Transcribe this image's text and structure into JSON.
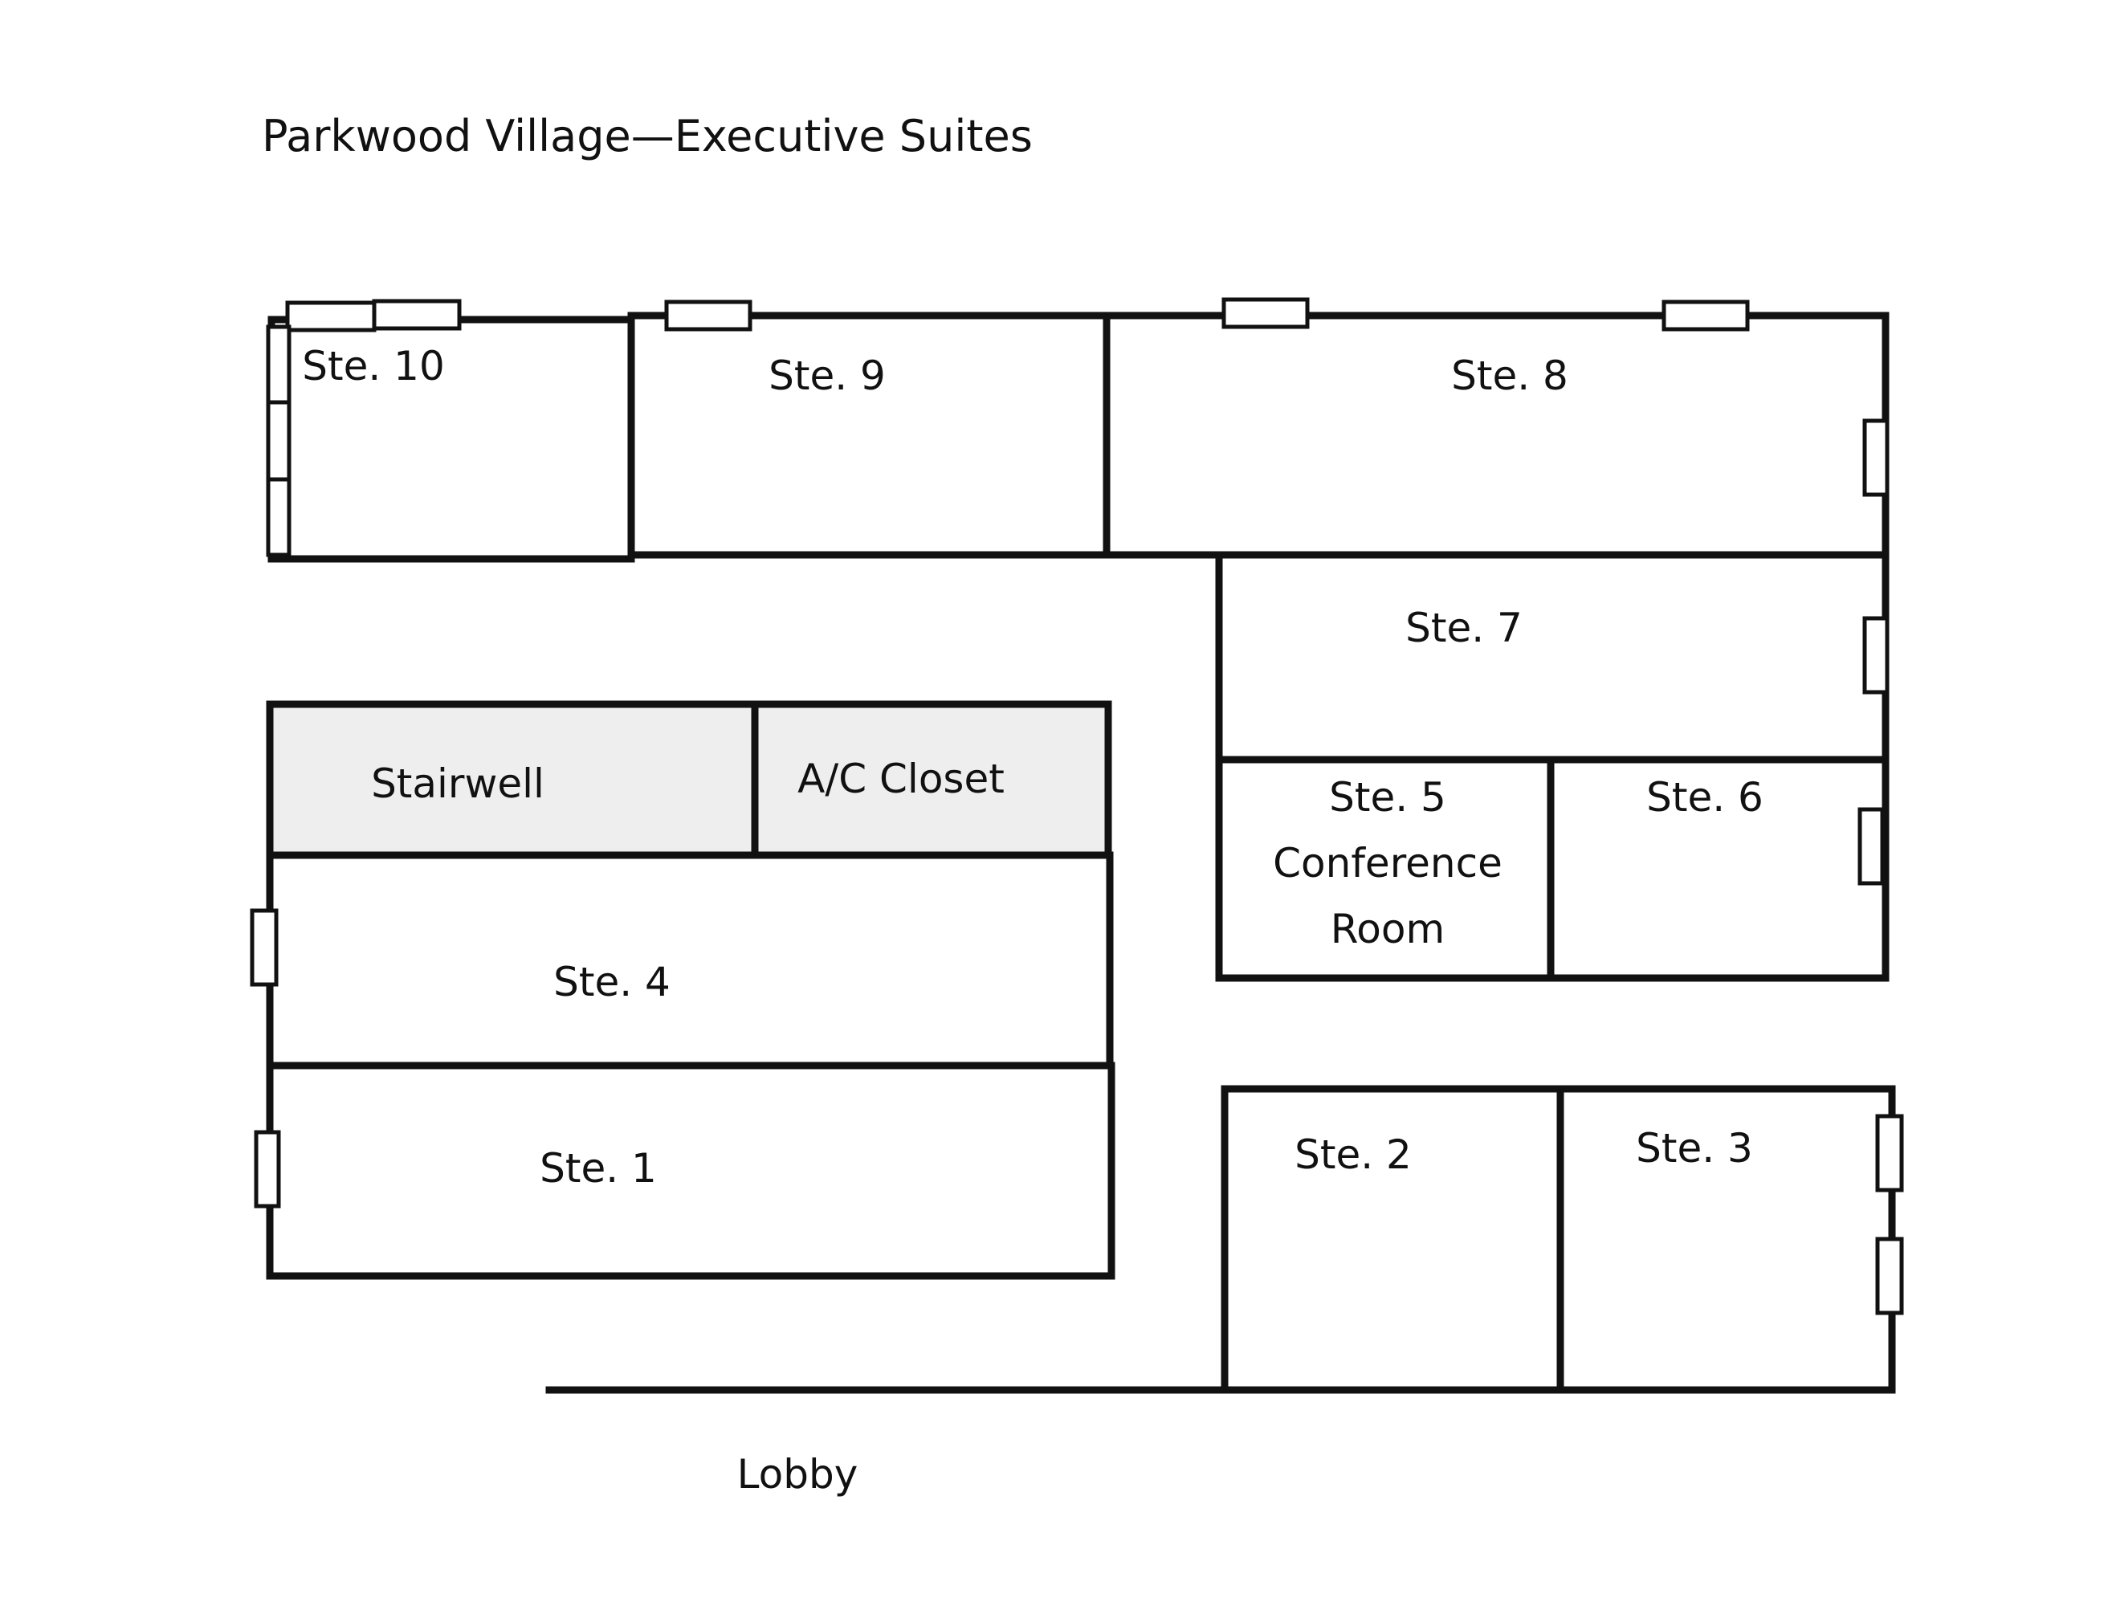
{
  "title": "Parkwood Village—Executive Suites",
  "rooms": {
    "ste10": "Ste. 10",
    "ste9": "Ste. 9",
    "ste8": "Ste. 8",
    "ste7": "Ste. 7",
    "stairwell": "Stairwell",
    "ac_closet": "A/C Closet",
    "ste5": [
      "Ste. 5",
      "Conference",
      "Room"
    ],
    "ste6": "Ste. 6",
    "ste4": "Ste. 4",
    "ste1": "Ste. 1",
    "ste2": "Ste. 2",
    "ste3": "Ste. 3"
  },
  "lobby": "Lobby",
  "colors": {
    "wall": "#111111",
    "utility_fill": "#eeeeee",
    "window_fill": "#ffffff"
  },
  "icons": {
    "window": "window-icon"
  }
}
